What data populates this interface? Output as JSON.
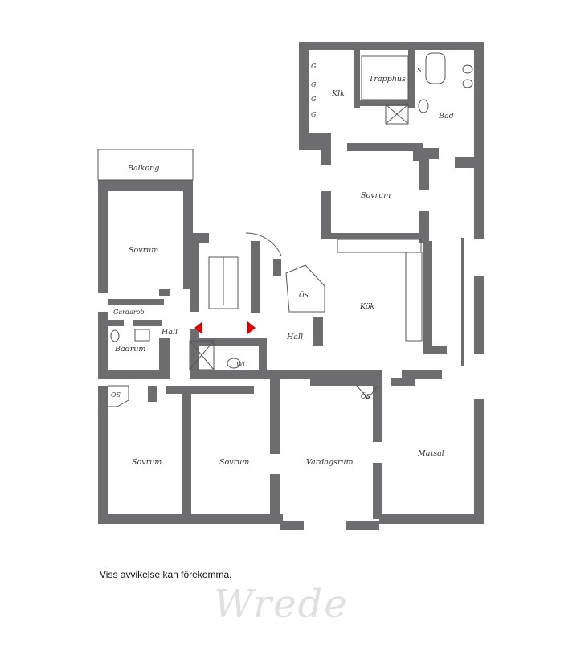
{
  "rooms": {
    "klk": "Klk",
    "trapphus": "Trapphus",
    "bad": "Bad",
    "sovrum_top": "Sovrum",
    "balkong": "Balkong",
    "sovrum_left": "Sovrum",
    "gardarob": "Gardarob",
    "badrum": "Badrum",
    "hall_left": "Hall",
    "hall_center": "Hall",
    "os_center": "ÖS",
    "kok": "Kök",
    "wc": "WC",
    "os_left": "ÖS",
    "os_right": "ÖS",
    "sovrum_bottom_left": "Sovrum",
    "sovrum_bottom_mid": "Sovrum",
    "vardagsrum": "Vardagsrum",
    "matsal": "Matsal"
  },
  "closet_marks": [
    "G",
    "G",
    "G",
    "G"
  ],
  "bath_mark": "S",
  "disclaimer": "Viss avvikelse kan förekomma.",
  "logo_text": "Wrede",
  "colors": {
    "wall": "#6d6d6f",
    "line": "#555555",
    "arrow": "#e00000",
    "logo": "#e0e0e0"
  }
}
